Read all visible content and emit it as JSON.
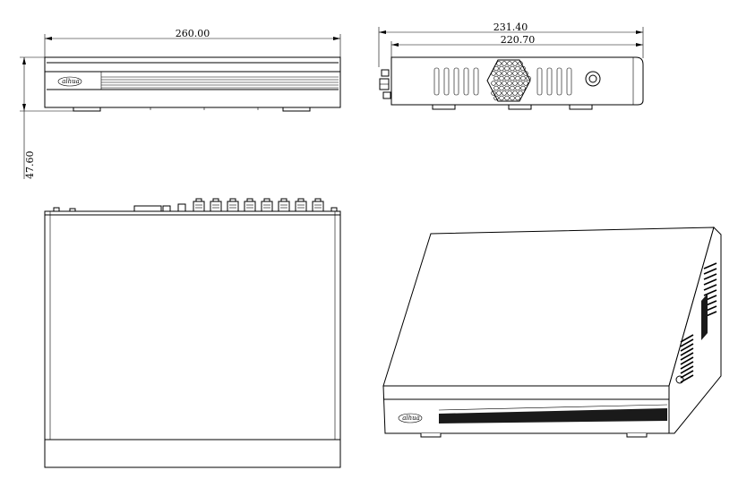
{
  "dimensions": {
    "front_width": "260.00",
    "side_depth_overall": "231.40",
    "side_depth_body": "220.70",
    "height": "47.60"
  },
  "logo": {
    "text": "alhua"
  },
  "colors": {
    "line": "#000000",
    "background": "#ffffff"
  }
}
